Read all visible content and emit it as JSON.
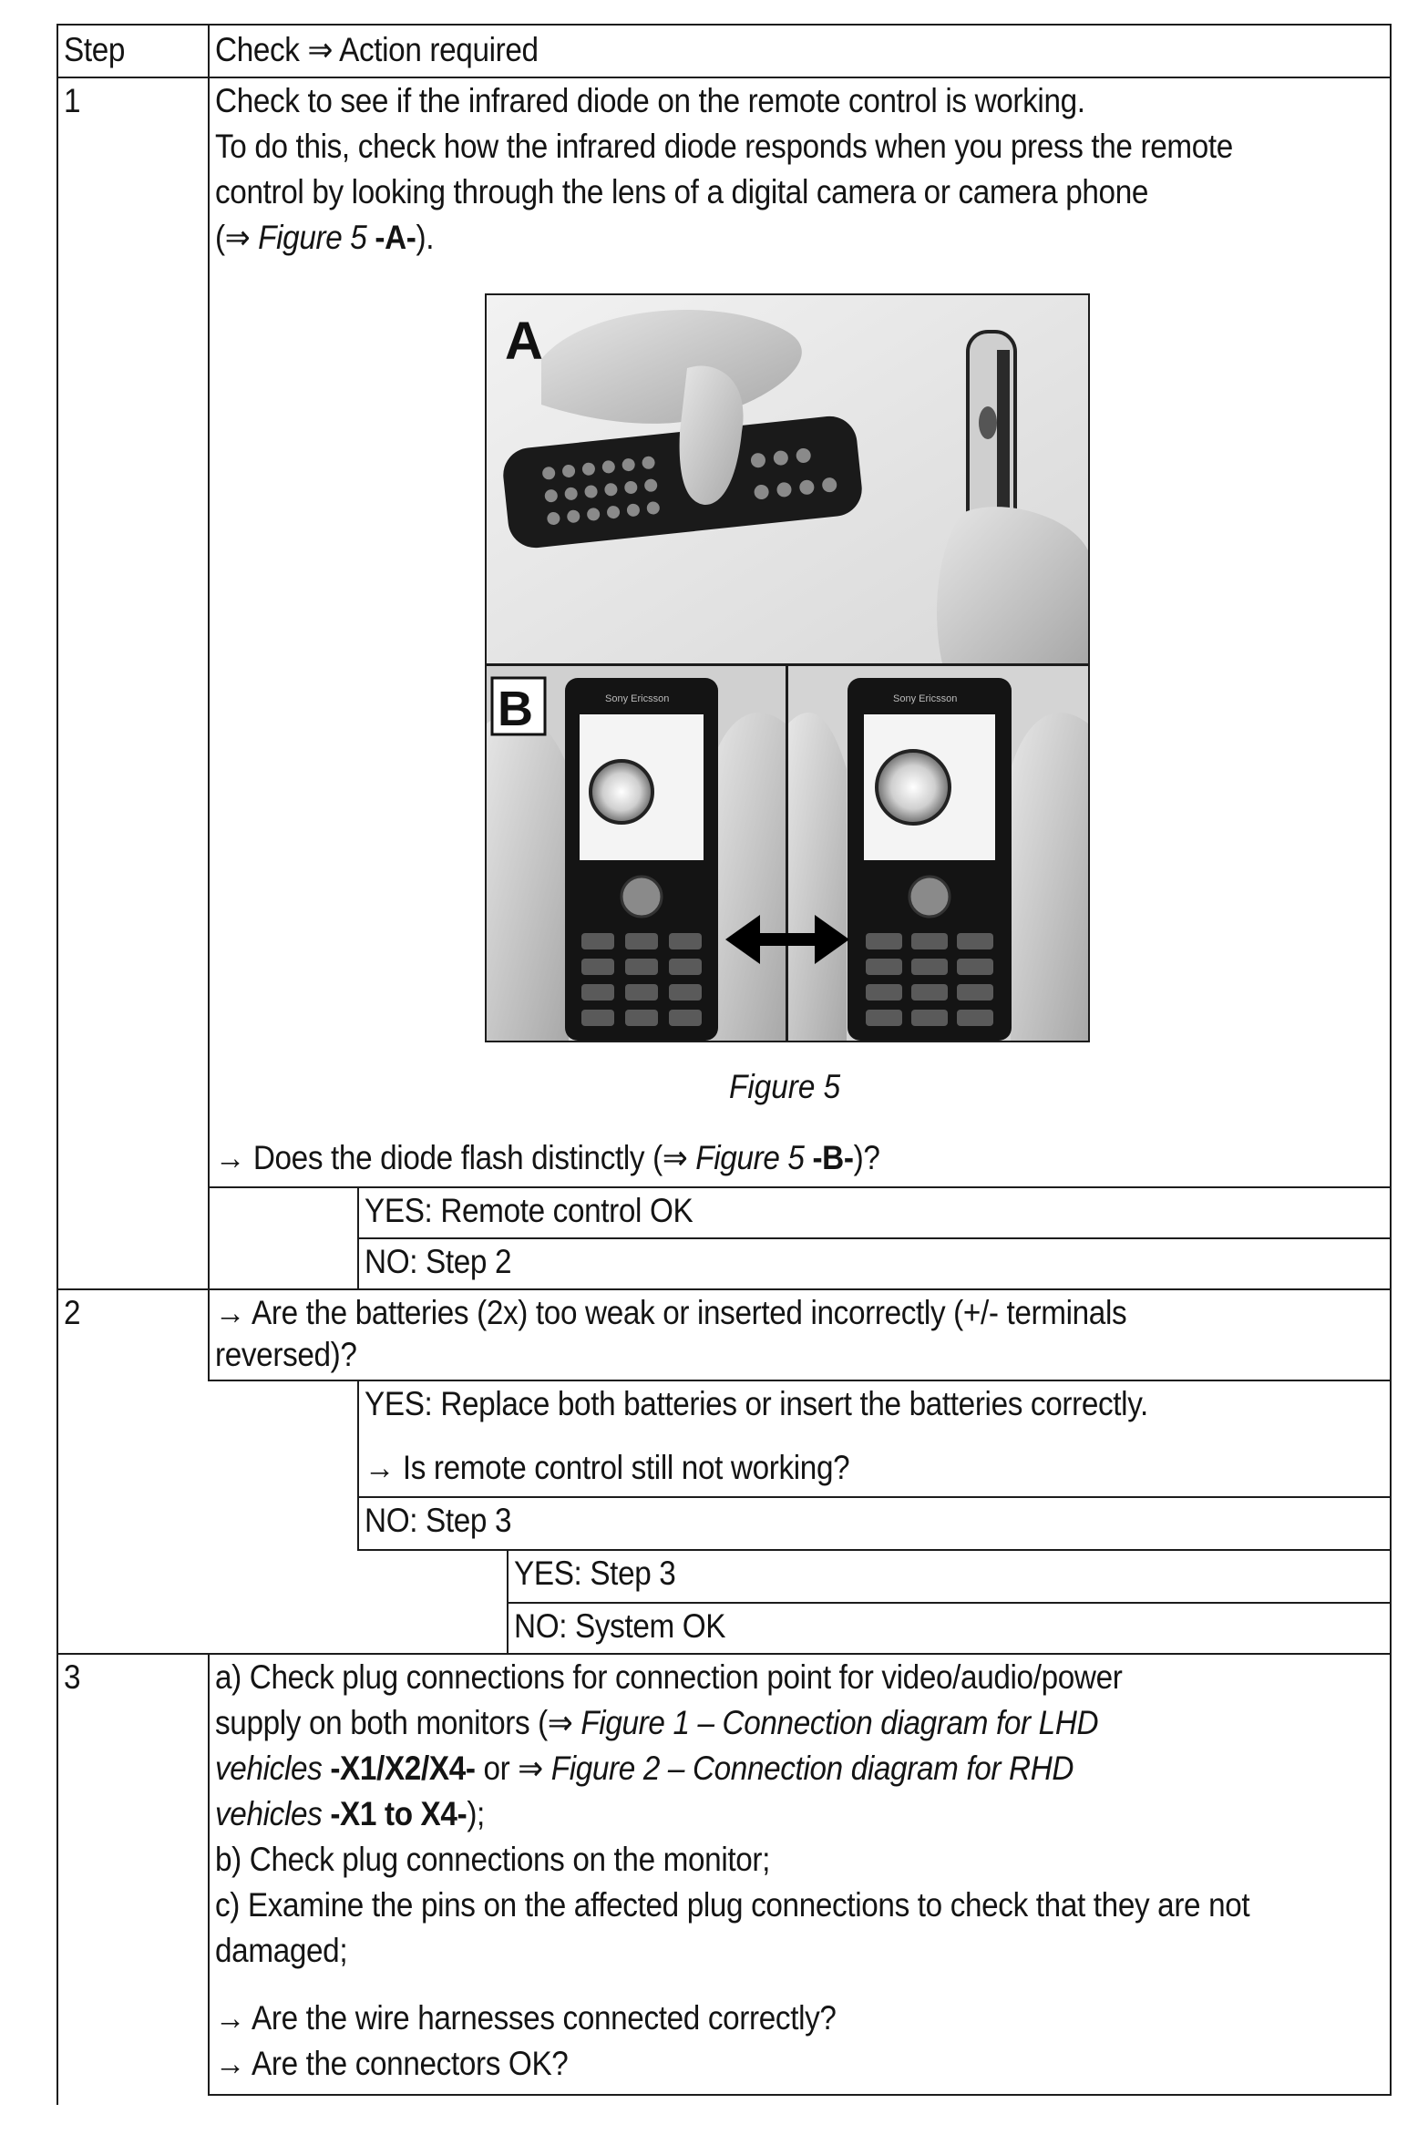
{
  "header": {
    "step": "Step",
    "check": "Check",
    "arrow": "⇒",
    "action": "Action required"
  },
  "step1": {
    "number": "1",
    "lines": [
      "Check to see if the infrared diode on the remote control is working.",
      "To do this, check how the infrared diode responds when you press the remote",
      "control by looking through the lens of a digital camera or camera phone"
    ],
    "ref_open": "(⇒ ",
    "ref_figure": "Figure 5",
    "ref_label": " -A-",
    "ref_close": ").",
    "figure": {
      "label_a": "A",
      "label_b": "B",
      "phone_brand": "Sony Ericsson",
      "caption": "Figure 5"
    },
    "question_pre": "→ Does the diode flash distinctly (⇒ ",
    "question_fig": "Figure 5",
    "question_label": " -B-",
    "question_post": ")?",
    "yes": "YES: Remote control OK",
    "no": "NO: Step 2"
  },
  "step2": {
    "number": "2",
    "question_l1": "→ Are the batteries (2x) too weak or inserted incorrectly (+/- terminals",
    "question_l2": "reversed)?",
    "yes": "YES: Replace both batteries or insert the batteries correctly.",
    "followup": "→ Is remote control still not working?",
    "no": "NO: Step 3",
    "sub_yes": "YES: Step 3",
    "sub_no": "NO: System OK"
  },
  "step3": {
    "number": "3",
    "a_l1": "a) Check plug connections for connection point for video/audio/power",
    "a_l2_pre": "supply on both monitors (⇒ ",
    "a_l2_fig": "Figure 1 – Connection diagram for LHD",
    "a_l3_fig": "vehicles",
    "a_l3_b": " -X1/X2/X4-",
    "a_l3_or": " or ⇒ ",
    "a_l3_fig2": "Figure 2 – Connection diagram for RHD",
    "a_l4_fig": "vehicles",
    "a_l4_b": " -X1 to X4-",
    "a_l4_end": ");",
    "b": "b) Check plug connections on the monitor;",
    "c_l1": "c) Examine the pins on the affected plug connections to check that they are not",
    "c_l2": "damaged;",
    "q1": "→ Are the wire harnesses connected correctly?",
    "q2": "→ Are the connectors OK?"
  }
}
